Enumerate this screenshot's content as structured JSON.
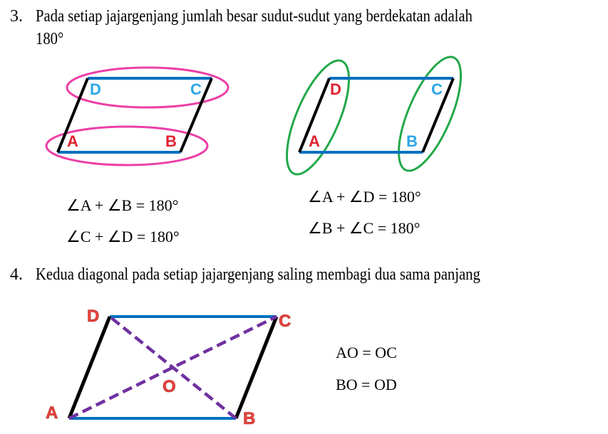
{
  "section3": {
    "number": "3.",
    "text_line1": "Pada setiap jajargenjang jumlah besar sudut-sudut yang berdekatan adalah",
    "text_line2": "180°",
    "figure_left": {
      "labels": {
        "A": "A",
        "B": "B",
        "C": "C",
        "D": "D"
      },
      "equations": [
        "∠A + ∠B = 180°",
        "∠C + ∠D = 180°"
      ]
    },
    "figure_right": {
      "labels": {
        "A": "A",
        "B": "B",
        "C": "C",
        "D": "D"
      },
      "equations": [
        "∠A + ∠D = 180°",
        "∠B + ∠C = 180°"
      ]
    }
  },
  "section4": {
    "number": "4.",
    "text": "Kedua diagonal pada setiap jajargenjang saling membagi dua sama panjang",
    "figure": {
      "labels": {
        "A": "A",
        "B": "B",
        "C": "C",
        "D": "D",
        "O": "O"
      }
    },
    "equations": [
      "AO = OC",
      "BO = OD"
    ]
  },
  "colors": {
    "blue_side": "#0070c0",
    "black_side": "#000000",
    "pink_outline": "#ec3fa6",
    "green_outline": "#22a84a",
    "red_label": "#e0202e",
    "blue_label": "#2aa6e6",
    "purple_diagonal": "#7030a0",
    "label_red_3d": "#e8453c"
  }
}
